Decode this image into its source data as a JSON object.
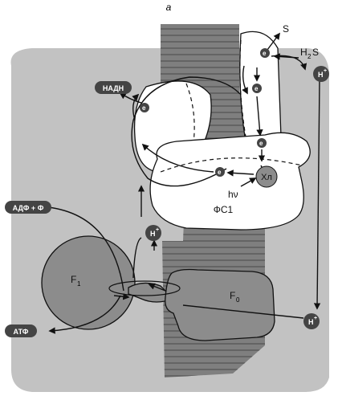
{
  "panel_label": "а",
  "labels": {
    "S": "S",
    "H2S_main": "H",
    "H2S_sub": "2",
    "H2S_tail": "S",
    "NADH": "НАДН",
    "Chl": "Хл",
    "hv": "hν",
    "PS1": "ФС1",
    "ADP": "АДФ + Ф",
    "ATP": "АТФ",
    "F1_main": "F",
    "F1_sub": "1",
    "F0_main": "F",
    "F0_sub": "0",
    "Hplus_main": "H",
    "Hplus_sup": "+",
    "electron": "e"
  },
  "colors": {
    "background": "#ffffff",
    "stroma": "#c2c2c2",
    "membrane": "#7f7f7f",
    "membrane_lines": "#4a4a4a",
    "white_shape": "#ffffff",
    "atp_synthase": "#8c8c8c",
    "dark_pill": "#444444"
  }
}
